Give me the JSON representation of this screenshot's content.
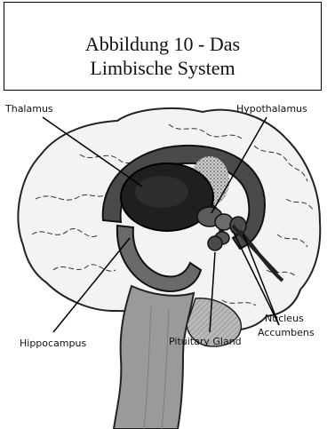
{
  "caption": {
    "line1": "Abbildung 10 - Das",
    "line2": "Limbische System"
  },
  "labels": {
    "thalamus": "Thalamus",
    "hypothalamus": "Hypothalamus",
    "nucleus": "Nucleus",
    "accumbens": "Accumbens",
    "hippocampus": "Hippocampus",
    "pituitary": "Pituitary Gland"
  }
}
